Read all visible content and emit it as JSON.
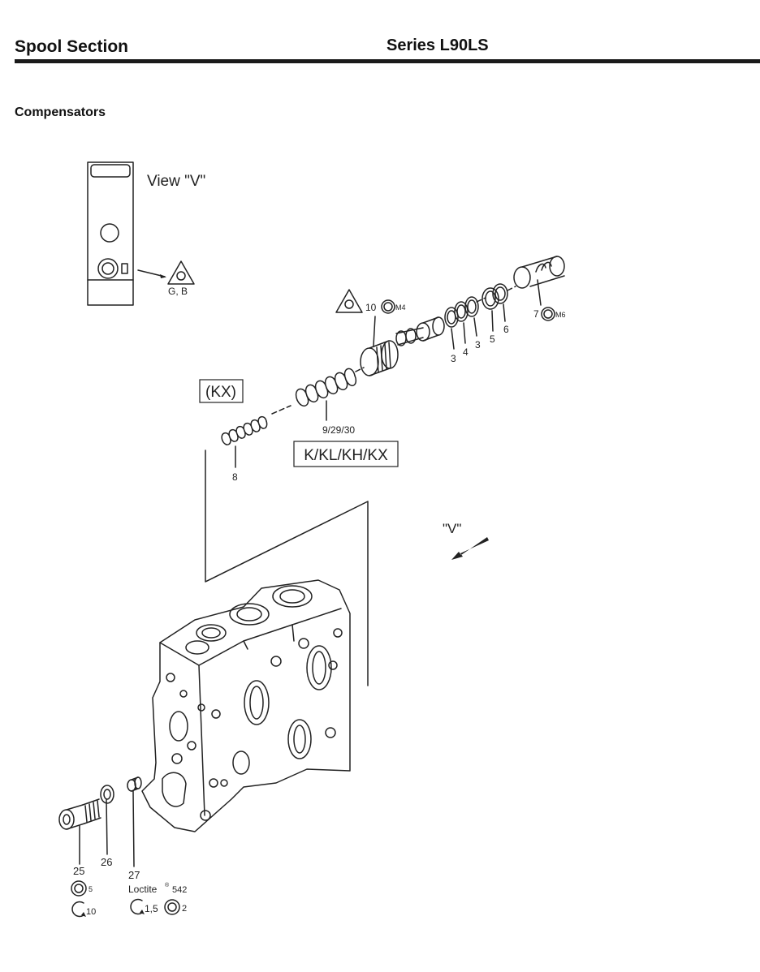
{
  "header": {
    "left_title": "Spool Section",
    "right_title": "Series L90LS"
  },
  "section": {
    "title": "Compensators"
  },
  "diagram": {
    "view_label": "View \"V\"",
    "view_marker": "G, B",
    "arrow_label": "\"V\"",
    "box_kx": "(KX)",
    "box_variants": "K/KL/KH/KX",
    "parts": {
      "p10": "10",
      "m4": "M4",
      "p7": "7",
      "m6": "M6",
      "p3a": "3",
      "p4": "4",
      "p3b": "3",
      "p5": "5",
      "p6": "6",
      "p9": "9/29/30",
      "p8": "8",
      "p25": "25",
      "p26": "26",
      "p27": "27"
    },
    "torque_25_a": "5",
    "torque_25_b": "10",
    "loctite_name": "Loctite",
    "loctite_reg": "®",
    "loctite_number": "542",
    "torque_27_a": "1,5",
    "torque_27_b": "2"
  },
  "colors": {
    "line": "#222222",
    "rule": "#1a1a1a"
  }
}
